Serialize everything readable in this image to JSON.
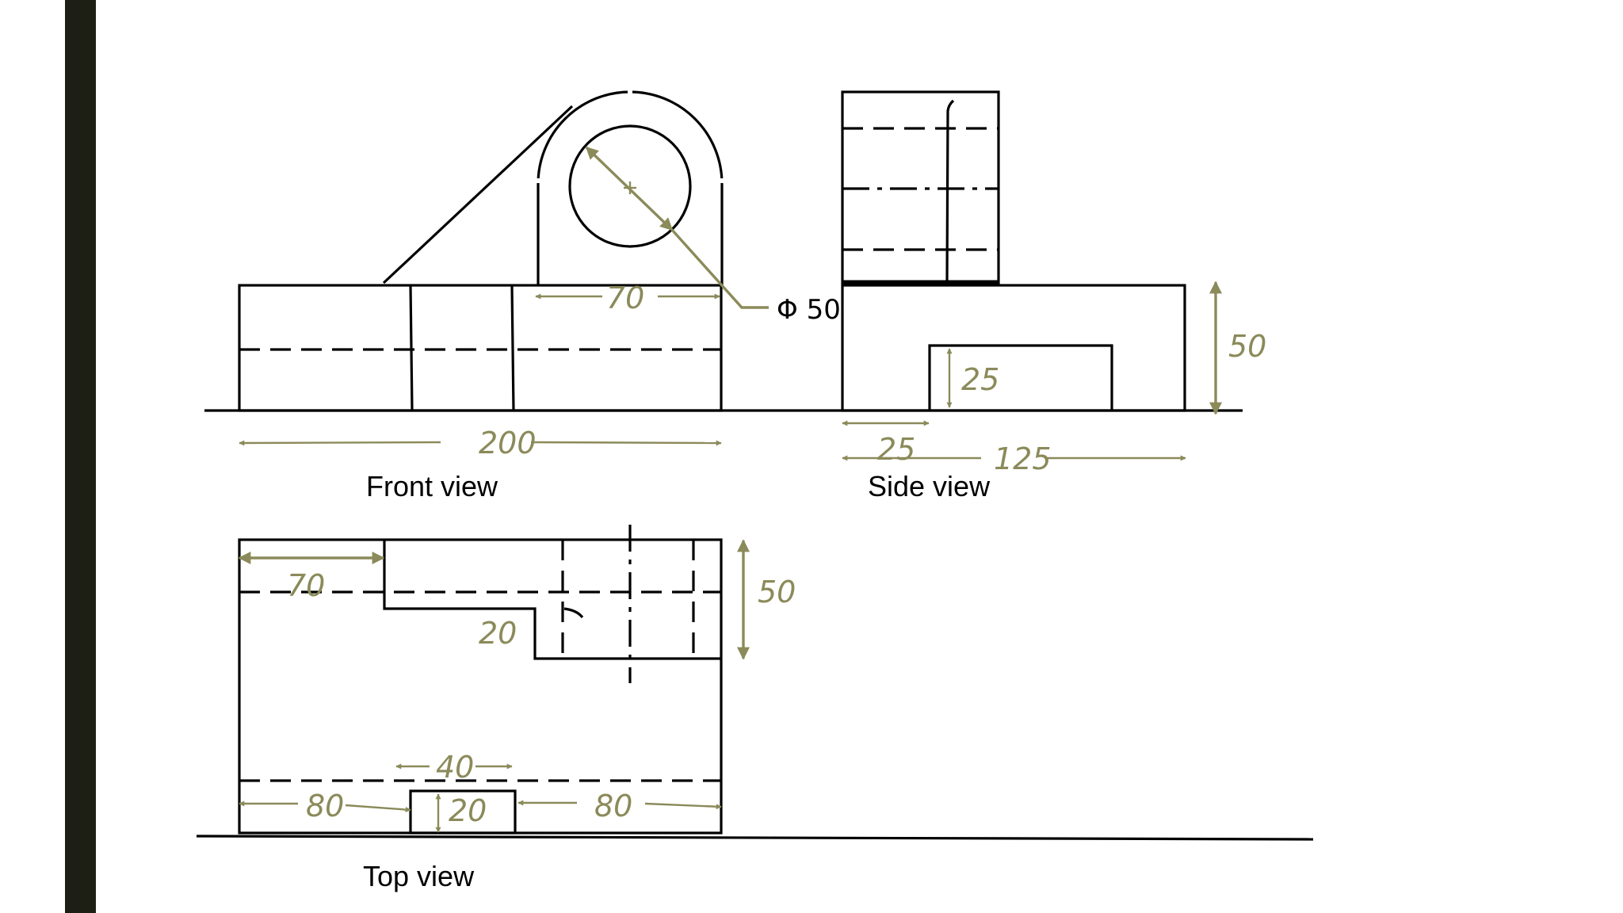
{
  "colors": {
    "sidebar": "#1e1f14",
    "dimension": "#8b8a5a",
    "line": "#000000",
    "background": "#ffffff"
  },
  "views": {
    "front_label": "Front view",
    "side_label": "Side view",
    "top_label": "Top view"
  },
  "dimensions": {
    "front_width": "200",
    "front_slot": "70",
    "hole_diameter": "Φ 50",
    "side_height": "50",
    "side_slot_height": "25",
    "side_offset": "25",
    "side_width": "125",
    "top_step_width": "70",
    "top_depth": "50",
    "top_notch_depth": "20",
    "top_slot_width": "40",
    "top_left_offset": "80",
    "top_slot_height": "20",
    "top_right_offset": "80"
  }
}
